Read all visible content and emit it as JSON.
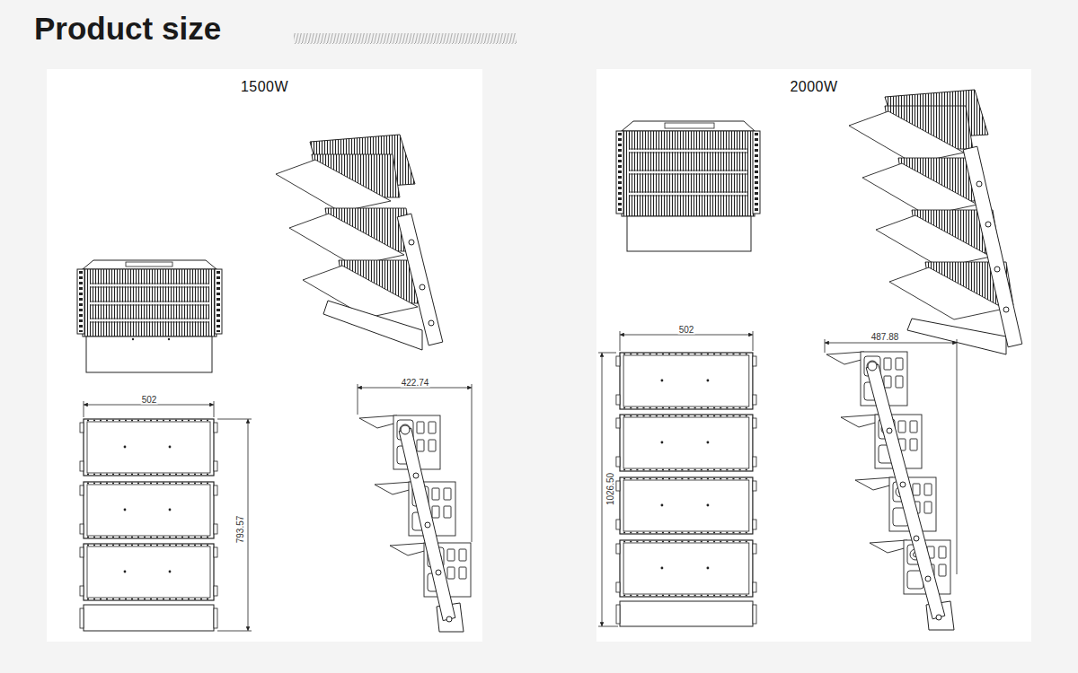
{
  "diagram": {
    "title": "Product size",
    "nodes": [
      {
        "text": [
          "1500W"
        ]
      },
      {
        "text": [
          "2000W"
        ]
      }
    ],
    "labels": [
      "502",
      "793.57",
      "422.74",
      "502",
      "1026.50",
      "487.88"
    ]
  }
}
